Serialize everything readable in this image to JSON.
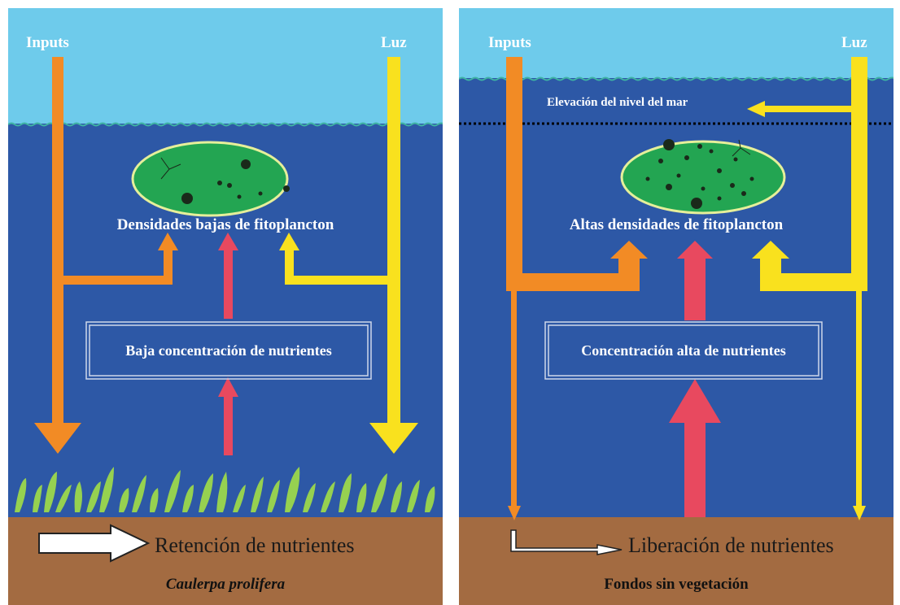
{
  "left_panel": {
    "inputs_label": "Inputs",
    "light_label": "Luz",
    "phyto_label": "Densidades bajas de fitoplancton",
    "nutrient_box_label": "Baja concentración de nutrientes",
    "sediment_label": "Retención de nutrientes",
    "bottom_label": "Caulerpa prolifera"
  },
  "right_panel": {
    "inputs_label": "Inputs",
    "light_label": "Luz",
    "sea_level_label": "Elevación del nivel del mar",
    "phyto_label": "Altas densidades de fitoplancton",
    "nutrient_box_label": "Concentración alta de nutrientes",
    "sediment_label": "Liberación de nutrientes",
    "bottom_label": "Fondos sin vegetación"
  },
  "colors": {
    "sky": "#6ecbeb",
    "water": "#2d58a6",
    "sediment": "#a36b41",
    "inputs_arrow": "#f28b25",
    "light_arrow": "#f9e11e",
    "nutrient_arrow": "#e8495f",
    "phytoplankton": "#23a552",
    "seagrass": "#96d150"
  }
}
